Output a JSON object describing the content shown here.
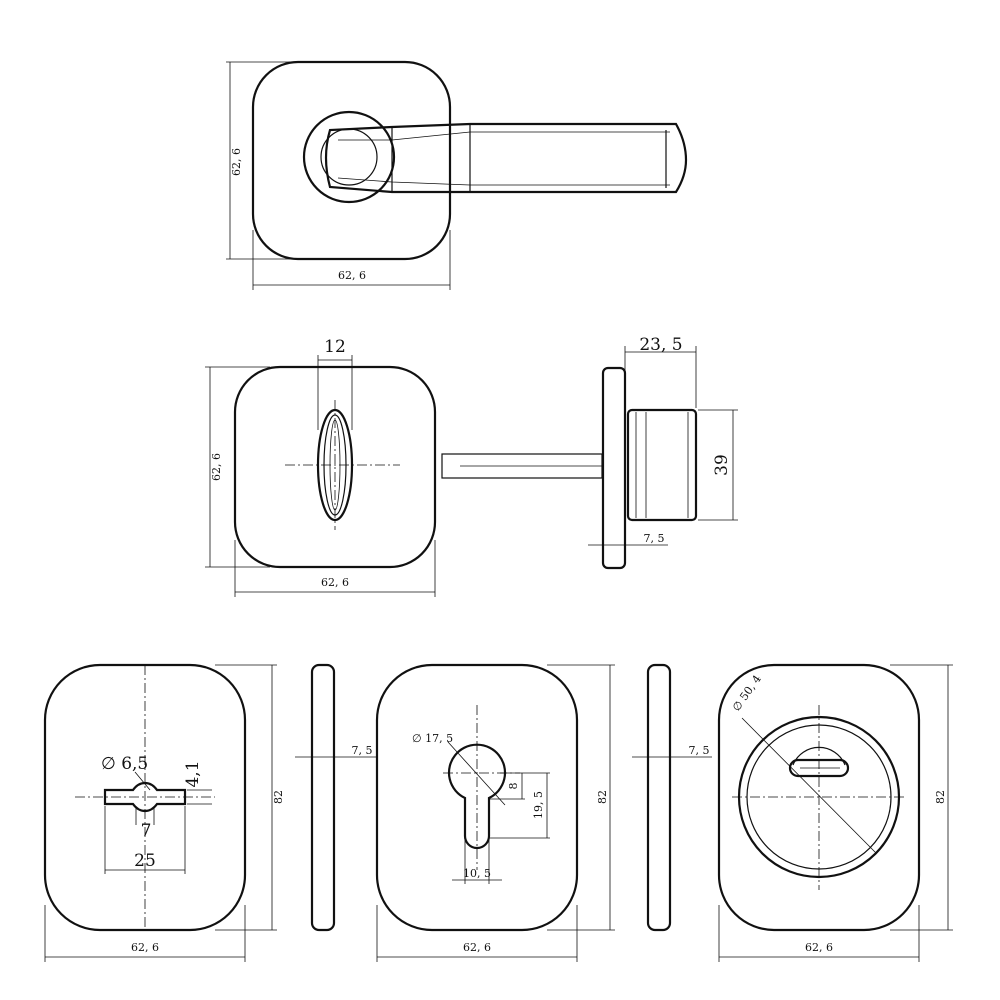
{
  "views": {
    "handle_front": {
      "height_dim": "62, 6",
      "width_dim": "62, 6"
    },
    "privacy_front": {
      "height_dim": "62, 6",
      "width_dim": "62, 6",
      "knob_width_dim": "12"
    },
    "privacy_side": {
      "depth_dim": "23, 5",
      "height_dim": "39",
      "plate_dim": "7, 5"
    },
    "key_rose": {
      "slot_diameter": "∅ 6,5",
      "slot_height": "4,1",
      "slot_gap": "7",
      "slot_length": "25",
      "width_dim": "62, 6",
      "height_dim": "82"
    },
    "key_rose_side": {
      "thickness_dim": "7, 5"
    },
    "euro_rose": {
      "hole_diameter": "∅ 17, 5",
      "offset_dim": "8",
      "total_dim": "19, 5",
      "slot_width": "10, 5",
      "width_dim": "62, 6",
      "height_dim": "82"
    },
    "euro_rose_side": {
      "thickness_dim": "7, 5"
    },
    "round_rose": {
      "ring_diameter": "∅ 50, 4",
      "width_dim": "62, 6",
      "height_dim": "82"
    }
  }
}
